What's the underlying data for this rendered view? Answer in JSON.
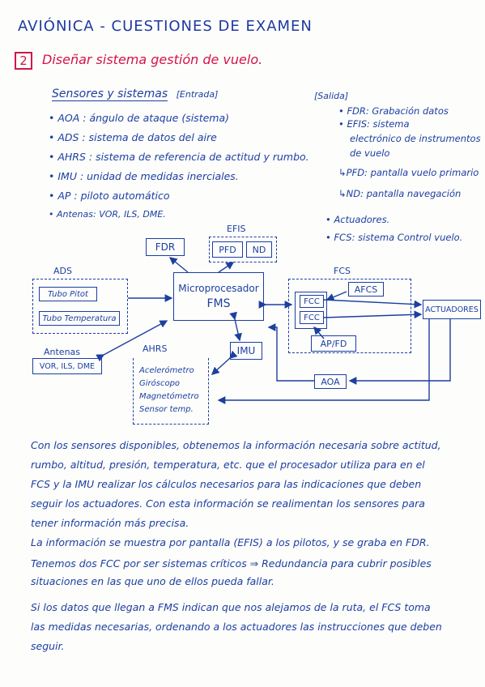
{
  "header": {
    "title": "AVIÓNICA - CUESTIONES DE EXAMEN",
    "question_number": "2",
    "question": "Diseñar sistema gestión de vuelo."
  },
  "inputs": {
    "heading": "Sensores y sistemas",
    "tag": "[Entrada]",
    "items": [
      "• AOA : ángulo de ataque (sistema)",
      "• ADS : sistema de datos del aire",
      "• AHRS : sistema de referencia de actitud y rumbo.",
      "• IMU : unidad de medidas inerciales.",
      "• AP : piloto automático",
      "• Antenas: VOR, ILS, DME."
    ]
  },
  "outputs": {
    "tag": "[Salida]",
    "items": [
      "• FDR: Grabación datos",
      "• EFIS: sistema",
      "electrónico de instrumentos",
      "de vuelo",
      "PFD: pantalla vuelo primario",
      "ND: pantalla navegación",
      "• Actuadores.",
      "• FCS: sistema Control vuelo."
    ]
  },
  "diagram": {
    "fdr": "FDR",
    "efis_label": "EFIS",
    "pfd": "PFD",
    "nd": "ND",
    "ads_label": "ADS",
    "pitot": "Tubo Pitot",
    "temp_tube": "Tubo Temperatura",
    "antenas_label": "Antenas",
    "antenas_box": "VOR, ILS, DME",
    "fms_line1": "Microprocesador",
    "fms_line2": "FMS",
    "fcs_label": "FCS",
    "afcs": "AFCS",
    "fcc1": "FCC",
    "fcc2": "FCC",
    "apfd": "AP/FD",
    "actuadores": "ACTUADORES",
    "imu": "IMU",
    "ahrs_label": "AHRS",
    "ahrs_items": [
      "Acelerómetro",
      "Giróscopo",
      "Magnetómetro",
      "Sensor temp."
    ],
    "aoa": "AOA"
  },
  "body_lines": [
    "Con los sensores disponibles, obtenemos la información necesaria sobre actitud,",
    "rumbo, altitud, presión, temperatura, etc. que el procesador utiliza para en el",
    "FCS y la IMU realizar los cálculos necesarios para las indicaciones que deben",
    "seguir los actuadores. Con esta información se realimentan los sensores para",
    "tener información más precisa.",
    "La información se muestra por pantalla (EFIS) a los pilotos, y se graba en FDR.",
    "Tenemos dos FCC por ser sistemas críticos ⇒ Redundancia para cubrir posibles",
    "situaciones en las que uno de ellos pueda fallar.",
    "Si los datos que llegan a FMS indican que nos alejamos de la ruta, el FCS toma",
    "las medidas necesarias, ordenando a los actuadores las instrucciones que deben",
    "seguir."
  ]
}
